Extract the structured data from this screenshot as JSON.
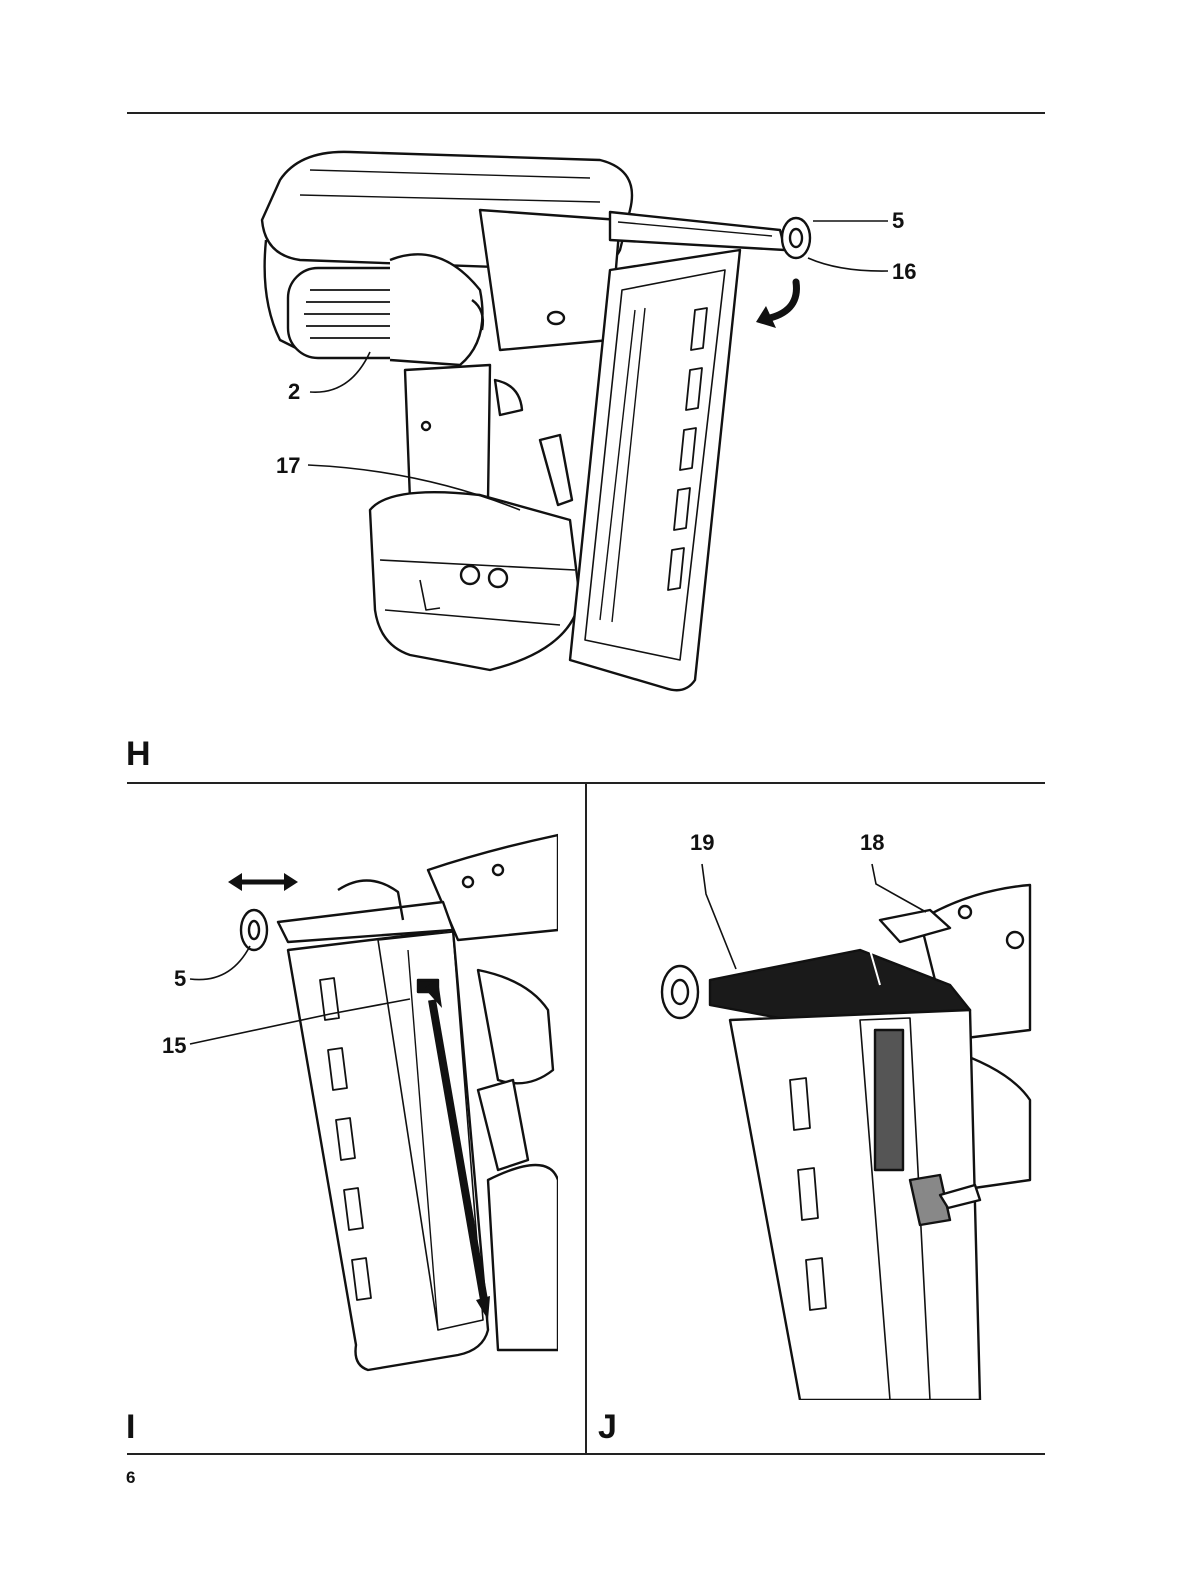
{
  "figures": {
    "H": {
      "label": "H",
      "callouts": {
        "c5": "5",
        "c16": "16",
        "c2": "2",
        "c17": "17"
      }
    },
    "I": {
      "label": "I",
      "callouts": {
        "c5": "5",
        "c15": "15"
      }
    },
    "J": {
      "label": "J",
      "callouts": {
        "c19": "19",
        "c18": "18"
      }
    }
  },
  "footer": {
    "page_number": "6"
  }
}
